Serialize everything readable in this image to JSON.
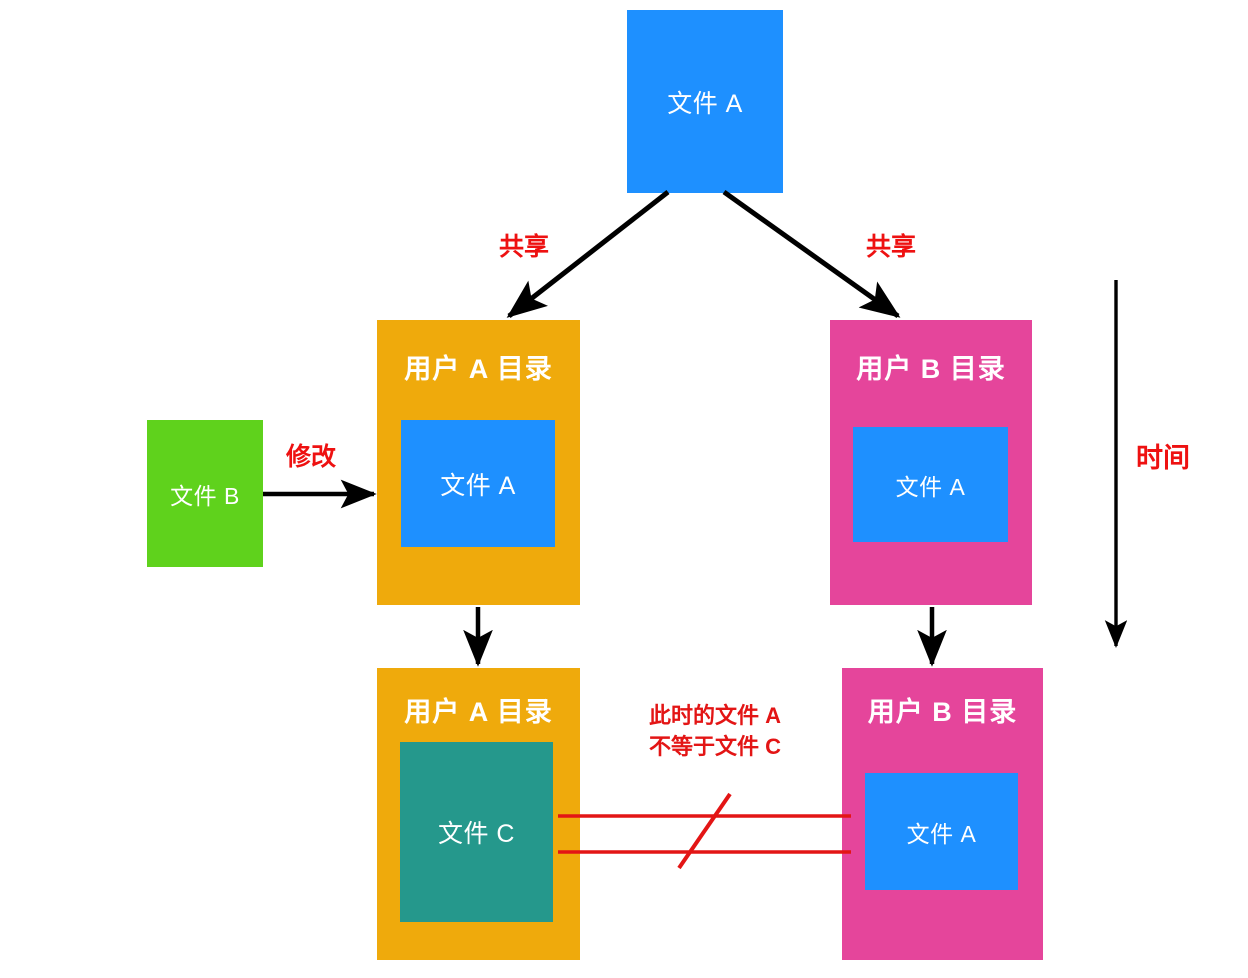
{
  "diagram": {
    "title_hidden": "",
    "colors": {
      "blue": "#1e90ff",
      "orange": "#efaa0c",
      "pink": "#e5459b",
      "green": "#5fd21c",
      "teal": "#25988c",
      "red": "#e31515",
      "arrow": "#000000",
      "white": "#ffffff",
      "background": "#ffffff"
    },
    "nodes": {
      "source_file": {
        "label": "文件 A",
        "color": "blue"
      },
      "user_a_dir_top": {
        "title": "用户 A 目录",
        "color": "orange",
        "child_label": "文件 A",
        "child_color": "blue"
      },
      "user_b_dir_top": {
        "title": "用户 B 目录",
        "color": "pink",
        "child_label": "文件 A",
        "child_color": "blue"
      },
      "user_a_dir_bottom": {
        "title": "用户 A 目录",
        "color": "orange",
        "child_label": "文件 C",
        "child_color": "teal"
      },
      "user_b_dir_bottom": {
        "title": "用户 B 目录",
        "color": "pink",
        "child_label": "文件 A",
        "child_color": "blue"
      },
      "external_file": {
        "label": "文件 B",
        "color": "green"
      }
    },
    "edges": {
      "share_left_label": "共享",
      "share_right_label": "共享",
      "modify_label": "修改"
    },
    "annotations": {
      "not_equal_line1": "此时的文件 A",
      "not_equal_line2": "不等于文件 C",
      "time_axis_label": "时间"
    }
  }
}
